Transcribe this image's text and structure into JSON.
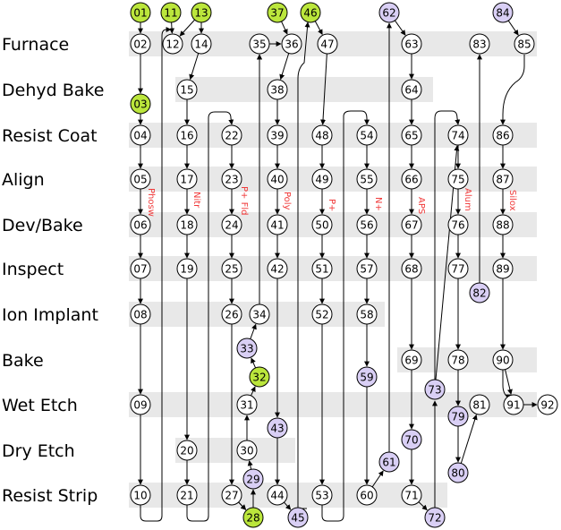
{
  "colors": {
    "band": "#e8e8e8",
    "green": "#bbe63c",
    "purple": "#d9cff5",
    "white": "#ffffff",
    "stroke": "#000000",
    "label_red": "#f03a3a"
  },
  "rows": [
    {
      "id": "furnace",
      "label": "Furnace"
    },
    {
      "id": "dehyd",
      "label": "Dehyd Bake"
    },
    {
      "id": "resist",
      "label": "Resist Coat"
    },
    {
      "id": "align",
      "label": "Align"
    },
    {
      "id": "devbake",
      "label": "Dev/Bake"
    },
    {
      "id": "inspect",
      "label": "Inspect"
    },
    {
      "id": "ionimp",
      "label": "Ion Implant"
    },
    {
      "id": "bake",
      "label": "Bake"
    },
    {
      "id": "wetetch",
      "label": "Wet Etch"
    },
    {
      "id": "dryetch",
      "label": "Dry Etch"
    },
    {
      "id": "strip",
      "label": "Resist Strip"
    }
  ],
  "process_labels": [
    "Phosw",
    "Nitr",
    "P+ Fld",
    "Poly",
    "P+",
    "N+",
    "APS",
    "Alum",
    "Silox"
  ],
  "nodes": [
    {
      "id": "01",
      "kind": "green"
    },
    {
      "id": "11",
      "kind": "green"
    },
    {
      "id": "13",
      "kind": "green"
    },
    {
      "id": "37",
      "kind": "green"
    },
    {
      "id": "46",
      "kind": "green"
    },
    {
      "id": "62",
      "kind": "purple"
    },
    {
      "id": "84",
      "kind": "purple"
    },
    {
      "id": "02",
      "kind": "white"
    },
    {
      "id": "12",
      "kind": "white"
    },
    {
      "id": "14",
      "kind": "white"
    },
    {
      "id": "35",
      "kind": "white"
    },
    {
      "id": "36",
      "kind": "white"
    },
    {
      "id": "47",
      "kind": "white"
    },
    {
      "id": "63",
      "kind": "white"
    },
    {
      "id": "83",
      "kind": "white"
    },
    {
      "id": "85",
      "kind": "white"
    },
    {
      "id": "15",
      "kind": "white"
    },
    {
      "id": "38",
      "kind": "white"
    },
    {
      "id": "64",
      "kind": "white"
    },
    {
      "id": "03",
      "kind": "green"
    },
    {
      "id": "04",
      "kind": "white"
    },
    {
      "id": "16",
      "kind": "white"
    },
    {
      "id": "22",
      "kind": "white"
    },
    {
      "id": "39",
      "kind": "white"
    },
    {
      "id": "48",
      "kind": "white"
    },
    {
      "id": "54",
      "kind": "white"
    },
    {
      "id": "65",
      "kind": "white"
    },
    {
      "id": "74",
      "kind": "white"
    },
    {
      "id": "86",
      "kind": "white"
    },
    {
      "id": "05",
      "kind": "white"
    },
    {
      "id": "17",
      "kind": "white"
    },
    {
      "id": "23",
      "kind": "white"
    },
    {
      "id": "40",
      "kind": "white"
    },
    {
      "id": "49",
      "kind": "white"
    },
    {
      "id": "55",
      "kind": "white"
    },
    {
      "id": "66",
      "kind": "white"
    },
    {
      "id": "75",
      "kind": "white"
    },
    {
      "id": "87",
      "kind": "white"
    },
    {
      "id": "06",
      "kind": "white"
    },
    {
      "id": "18",
      "kind": "white"
    },
    {
      "id": "24",
      "kind": "white"
    },
    {
      "id": "41",
      "kind": "white"
    },
    {
      "id": "50",
      "kind": "white"
    },
    {
      "id": "56",
      "kind": "white"
    },
    {
      "id": "67",
      "kind": "white"
    },
    {
      "id": "76",
      "kind": "white"
    },
    {
      "id": "88",
      "kind": "white"
    },
    {
      "id": "07",
      "kind": "white"
    },
    {
      "id": "19",
      "kind": "white"
    },
    {
      "id": "25",
      "kind": "white"
    },
    {
      "id": "42",
      "kind": "white"
    },
    {
      "id": "51",
      "kind": "white"
    },
    {
      "id": "57",
      "kind": "white"
    },
    {
      "id": "68",
      "kind": "white"
    },
    {
      "id": "77",
      "kind": "white"
    },
    {
      "id": "89",
      "kind": "white"
    },
    {
      "id": "82",
      "kind": "purple"
    },
    {
      "id": "08",
      "kind": "white"
    },
    {
      "id": "26",
      "kind": "white"
    },
    {
      "id": "34",
      "kind": "white"
    },
    {
      "id": "52",
      "kind": "white"
    },
    {
      "id": "58",
      "kind": "white"
    },
    {
      "id": "33",
      "kind": "purple"
    },
    {
      "id": "69",
      "kind": "white"
    },
    {
      "id": "78",
      "kind": "white"
    },
    {
      "id": "90",
      "kind": "white"
    },
    {
      "id": "32",
      "kind": "green"
    },
    {
      "id": "59",
      "kind": "purple"
    },
    {
      "id": "73",
      "kind": "purple"
    },
    {
      "id": "09",
      "kind": "white"
    },
    {
      "id": "31",
      "kind": "white"
    },
    {
      "id": "81",
      "kind": "white"
    },
    {
      "id": "91",
      "kind": "white"
    },
    {
      "id": "92",
      "kind": "white"
    },
    {
      "id": "79",
      "kind": "purple"
    },
    {
      "id": "43",
      "kind": "purple"
    },
    {
      "id": "70",
      "kind": "purple"
    },
    {
      "id": "20",
      "kind": "white"
    },
    {
      "id": "30",
      "kind": "white"
    },
    {
      "id": "61",
      "kind": "purple"
    },
    {
      "id": "80",
      "kind": "purple"
    },
    {
      "id": "29",
      "kind": "purple"
    },
    {
      "id": "10",
      "kind": "white"
    },
    {
      "id": "21",
      "kind": "white"
    },
    {
      "id": "27",
      "kind": "white"
    },
    {
      "id": "44",
      "kind": "white"
    },
    {
      "id": "53",
      "kind": "white"
    },
    {
      "id": "60",
      "kind": "white"
    },
    {
      "id": "71",
      "kind": "white"
    },
    {
      "id": "28",
      "kind": "green"
    },
    {
      "id": "45",
      "kind": "purple"
    },
    {
      "id": "72",
      "kind": "purple"
    }
  ]
}
